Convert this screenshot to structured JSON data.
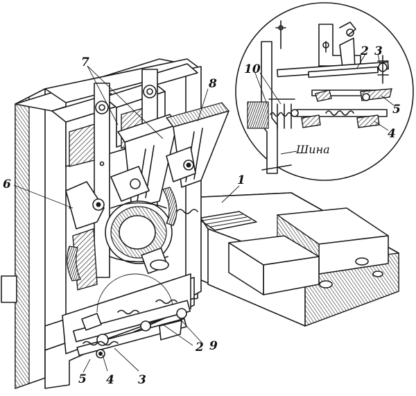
{
  "labels": {
    "l1": "1",
    "l2_detail": "2",
    "l3_detail": "3",
    "l5_detail": "5",
    "l4_detail": "4",
    "l10": "10",
    "l7": "7",
    "l8": "8",
    "l6": "6",
    "l2_bottom": "2",
    "l9": "9",
    "l5_bottom": "5",
    "l4_bottom": "4",
    "l3_bottom": "3",
    "bus": "Шина"
  }
}
